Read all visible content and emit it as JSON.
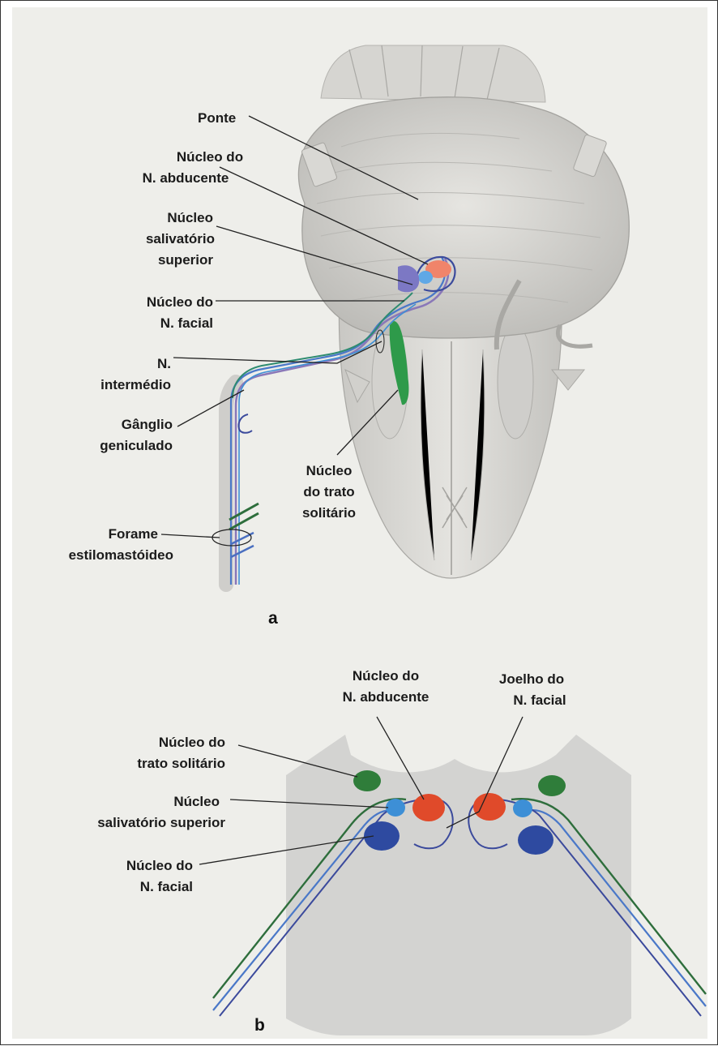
{
  "panel_a": {
    "letter": "a",
    "labels": {
      "ponte": "Ponte",
      "nucleo_abducente": [
        "Núcleo do",
        "N. abducente"
      ],
      "nucleo_salivatorio": [
        "Núcleo",
        "salivatório",
        "superior"
      ],
      "nucleo_facial": [
        "Núcleo do",
        "N. facial"
      ],
      "n_intermedio": [
        "N.",
        "intermédio"
      ],
      "ganglio": [
        "Gânglio",
        "geniculado"
      ],
      "trato_solitario": [
        "Núcleo",
        "do trato",
        "solitário"
      ],
      "forame": [
        "Forame",
        "estilomastóideo"
      ]
    }
  },
  "panel_b": {
    "letter": "b",
    "labels": {
      "nucleo_abducente": [
        "Núcleo do",
        "N. abducente"
      ],
      "joelho": [
        "Joelho do",
        "N. facial"
      ],
      "trato_solitario": [
        "Núcleo do",
        "trato solitário"
      ],
      "salivatorio": [
        "Núcleo",
        "salivatório superior"
      ],
      "facial": [
        "Núcleo do",
        "N. facial"
      ]
    }
  },
  "colors": {
    "abducente": "#e8572f",
    "salivatorio": "#3d8fd6",
    "facial": "#3b4a9c",
    "solitario": "#2f7d3a",
    "nerve_blue": "#4a78c8",
    "nerve_green": "#2e6e3c"
  }
}
